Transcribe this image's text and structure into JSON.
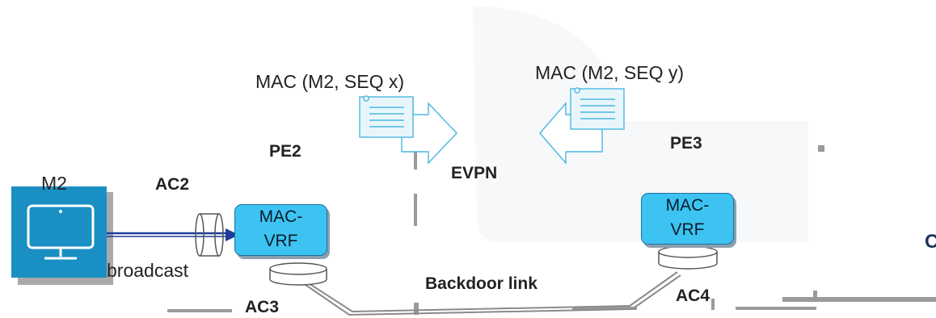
{
  "diagram": {
    "host": {
      "name": "M2"
    },
    "pe2": {
      "name": "PE2",
      "mac_vrf": [
        "MAC-",
        "VRF"
      ],
      "ac_in": "AC2",
      "ac_down": "AC3"
    },
    "pe3": {
      "name": "PE3",
      "mac_vrf": [
        "MAC-",
        "VRF"
      ],
      "ac_down": "AC4"
    },
    "core": {
      "label": "EVPN"
    },
    "message_left": "MAC (M2, SEQ x)",
    "message_right": "MAC (M2, SEQ y)",
    "traffic": "broadcast",
    "link": "Backdoor link",
    "edge_fragment": "C",
    "colors": {
      "device": "#3cc3f2",
      "device_border": "#1c6fa2",
      "host": "#1a8fc4",
      "arrow": "#1e3c9a",
      "link": "#8a8a8a",
      "doc_stroke": "#4ab7df"
    }
  }
}
